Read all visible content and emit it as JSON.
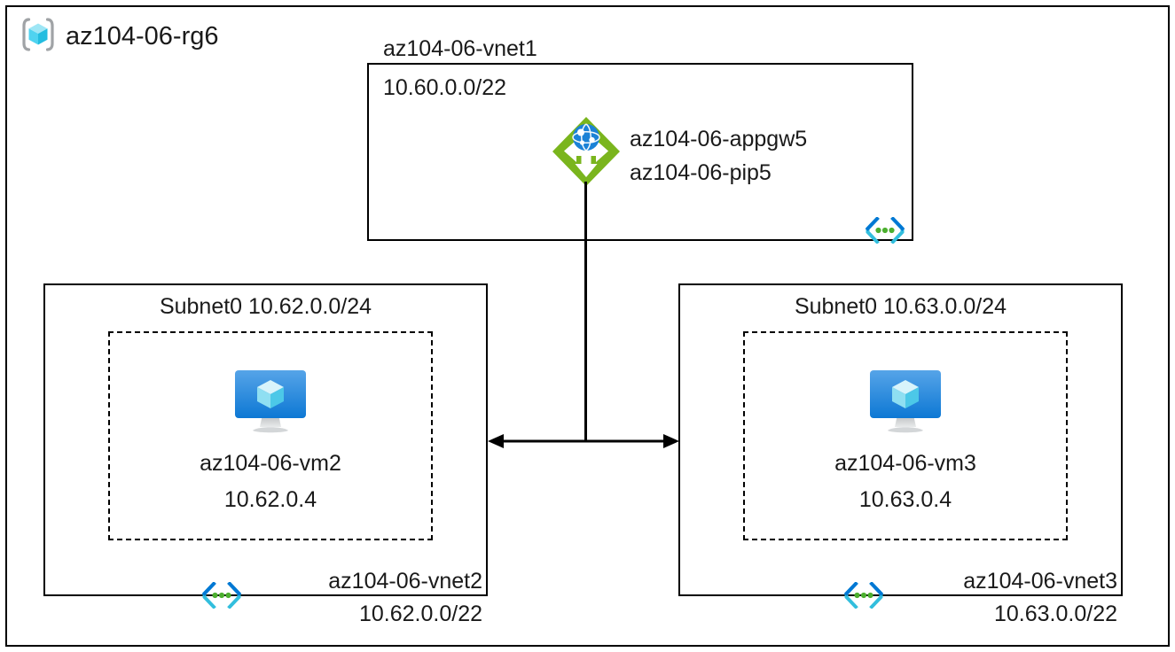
{
  "diagram": {
    "type": "azure-architecture",
    "resource_group": {
      "name": "az104-06-rg6",
      "icon": "resource-group-cube-icon"
    },
    "vnet1": {
      "title": "az104-06-vnet1",
      "address_space": "10.60.0.0/22",
      "badge_icon": "virtual-network-icon",
      "gateway": {
        "icon": "application-gateway-icon",
        "label_line1": "az104-06-appgw5",
        "label_line2": "az104-06-pip5"
      }
    },
    "vnet2": {
      "subnet_label": "Subnet0 10.62.0.0/24",
      "vm": {
        "icon": "virtual-machine-icon",
        "name": "az104-06-vm2",
        "ip": "10.62.0.4"
      },
      "badge_icon": "virtual-network-icon",
      "name": "az104-06-vnet2",
      "address_space": "10.62.0.0/22"
    },
    "vnet3": {
      "subnet_label": "Subnet0 10.63.0.0/24",
      "vm": {
        "icon": "virtual-machine-icon",
        "name": "az104-06-vm3",
        "ip": "10.63.0.4"
      },
      "badge_icon": "virtual-network-icon",
      "name": "az104-06-vnet3",
      "address_space": "10.63.0.0/22"
    },
    "connectors": {
      "peering_arrow": "bidirectional-peering-arrow",
      "gateway_link": "gateway-to-peering-line"
    },
    "colors": {
      "background": "#ffffff",
      "line": "#000000",
      "text": "#1a1a1a",
      "appgw_green": "#7ab51d",
      "vnet_cyan": "#32bedd",
      "vnet_blue": "#0078d4",
      "vnet_green": "#4caf2f",
      "vm_blue_top": "#50a0e6",
      "vm_blue_bottom": "#0f7ad6",
      "cube_cyan": "#9ee6f5",
      "stand_gray": "#b9bcbe",
      "bracket_gray": "#a0a3a6"
    }
  }
}
